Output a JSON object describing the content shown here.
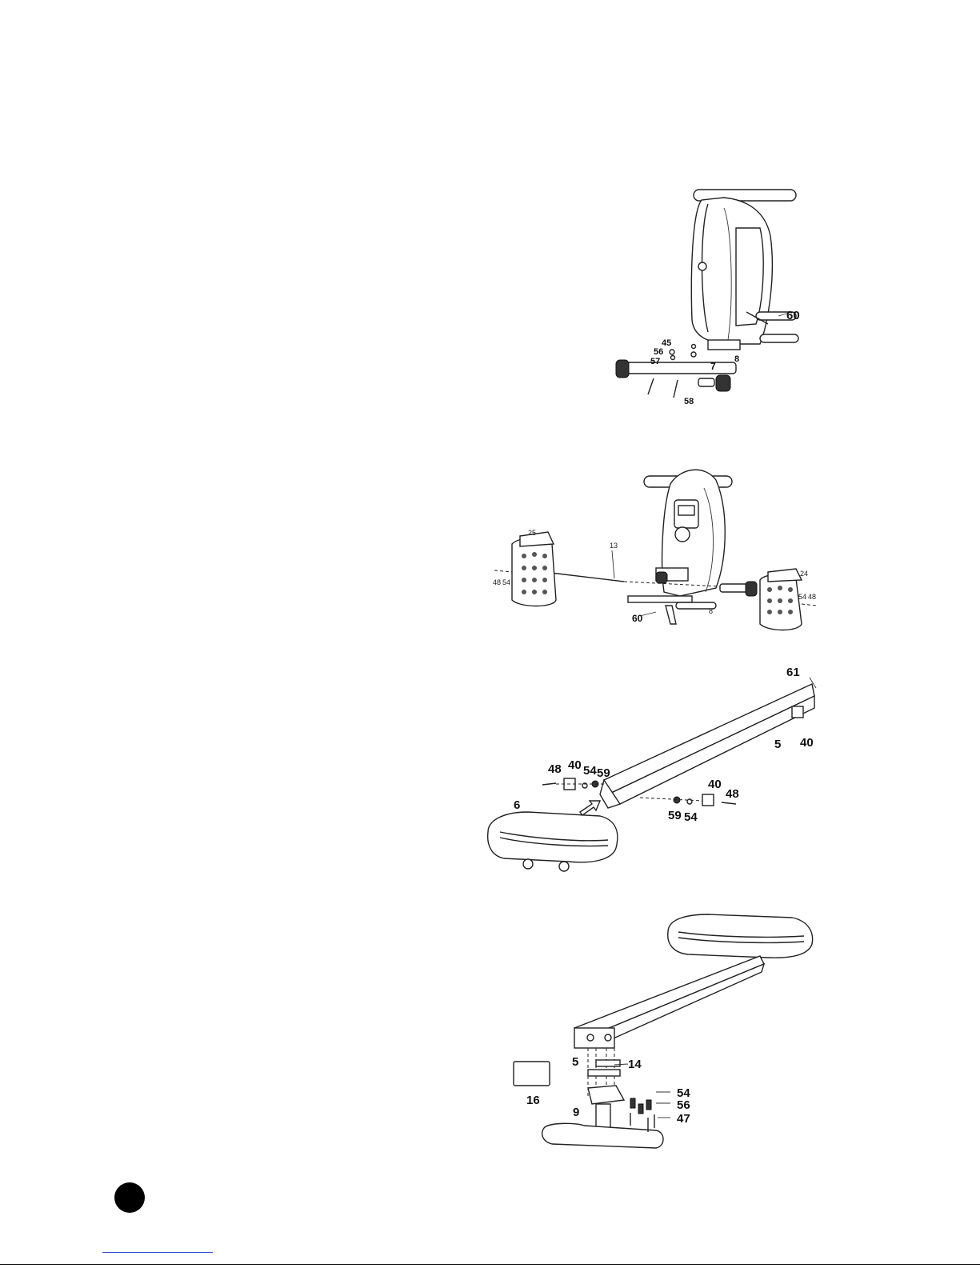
{
  "step1": {
    "labels": [
      "60",
      "45",
      "56",
      "57",
      "7",
      "8",
      "58"
    ]
  },
  "step2": {
    "labels": [
      "25",
      "13",
      "24",
      "48",
      "54",
      "54",
      "48",
      "8",
      "60"
    ]
  },
  "step3": {
    "labels": [
      "61",
      "40",
      "5",
      "48",
      "40",
      "54",
      "59",
      "40",
      "48",
      "59",
      "54",
      "6"
    ]
  },
  "step4": {
    "labels": [
      "5",
      "14",
      "16",
      "54",
      "56",
      "9",
      "47"
    ]
  }
}
